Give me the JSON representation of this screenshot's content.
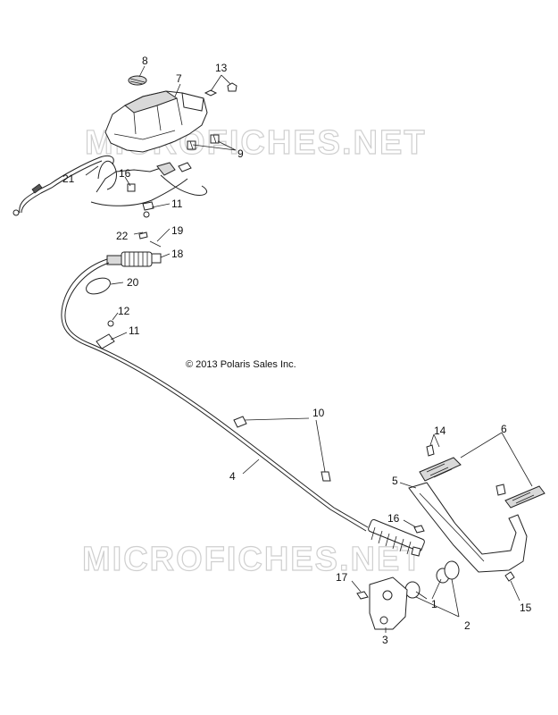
{
  "copyright": "© 2013 Polaris Sales Inc.",
  "watermark": "MICROFICHES.NET",
  "callouts": [
    {
      "id": "c1",
      "text": "1"
    },
    {
      "id": "c2",
      "text": "2"
    },
    {
      "id": "c3",
      "text": "3"
    },
    {
      "id": "c4",
      "text": "4"
    },
    {
      "id": "c5",
      "text": "5"
    },
    {
      "id": "c6",
      "text": "6"
    },
    {
      "id": "c7",
      "text": "7"
    },
    {
      "id": "c8",
      "text": "8"
    },
    {
      "id": "c9",
      "text": "9"
    },
    {
      "id": "c10",
      "text": "10"
    },
    {
      "id": "c11a",
      "text": "11"
    },
    {
      "id": "c11b",
      "text": "11"
    },
    {
      "id": "c12",
      "text": "12"
    },
    {
      "id": "c13",
      "text": "13"
    },
    {
      "id": "c14",
      "text": "14"
    },
    {
      "id": "c15",
      "text": "15"
    },
    {
      "id": "c16a",
      "text": "16"
    },
    {
      "id": "c16b",
      "text": "16"
    },
    {
      "id": "c17",
      "text": "17"
    },
    {
      "id": "c18",
      "text": "18"
    },
    {
      "id": "c19",
      "text": "19"
    },
    {
      "id": "c20",
      "text": "20"
    },
    {
      "id": "c21",
      "text": "21"
    },
    {
      "id": "c22",
      "text": "22"
    }
  ]
}
